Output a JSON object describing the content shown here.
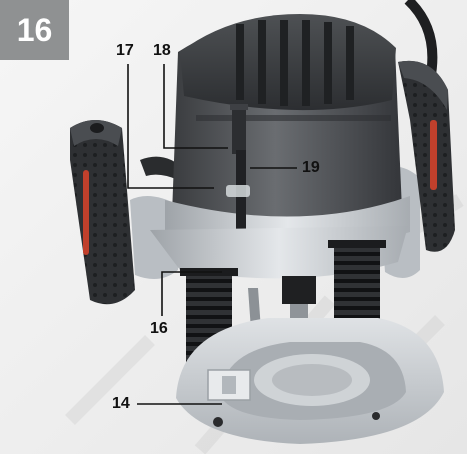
{
  "figure": {
    "number": "16",
    "callouts": {
      "c17": "17",
      "c18": "18",
      "c19": "19",
      "c16": "16",
      "c14": "14"
    }
  },
  "colors": {
    "badge": "#8f9192",
    "motor_housing": "#4a4c4f",
    "handle_grip": "#2b2d30",
    "handle_accent": "#c0402c",
    "metal": "#c9cdd1",
    "spring": "#1c1d1f",
    "leader_line": "#111111"
  },
  "icons": {
    "subject": "plunge-router-photo",
    "watermark": "diagonal-watermark-lettering"
  }
}
